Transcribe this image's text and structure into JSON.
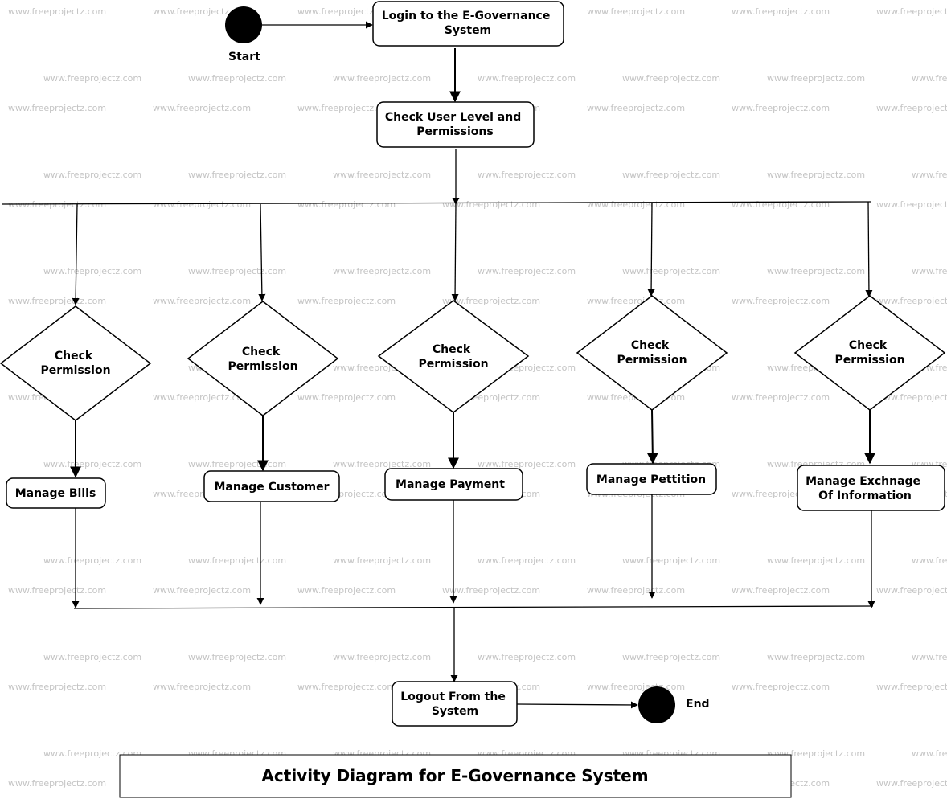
{
  "watermark": "www.freeprojectz.com",
  "start_label": "Start",
  "end_label": "End",
  "nodes": {
    "login": [
      "Login to the E-Governance",
      "System"
    ],
    "check_level": [
      "Check User Level and",
      "Permissions"
    ],
    "check1": [
      "Check",
      "Permission"
    ],
    "check2": [
      "Check",
      "Permission"
    ],
    "check3": [
      "Check",
      "Permission"
    ],
    "check4": [
      "Check",
      "Permission"
    ],
    "check5": [
      "Check",
      "Permission"
    ],
    "bills": [
      "Manage Bills"
    ],
    "customer": [
      "Manage Customer"
    ],
    "payment": [
      "Manage Payment"
    ],
    "petition": [
      "Manage Pettition"
    ],
    "exchange": [
      "Manage Exchnage",
      "Of Information"
    ],
    "logout": [
      "Logout From the",
      "System"
    ]
  },
  "title": "Activity Diagram for E-Governance System",
  "colors": {
    "stroke": "#000000",
    "watermark": "#c4c4c4",
    "background": "#ffffff"
  }
}
